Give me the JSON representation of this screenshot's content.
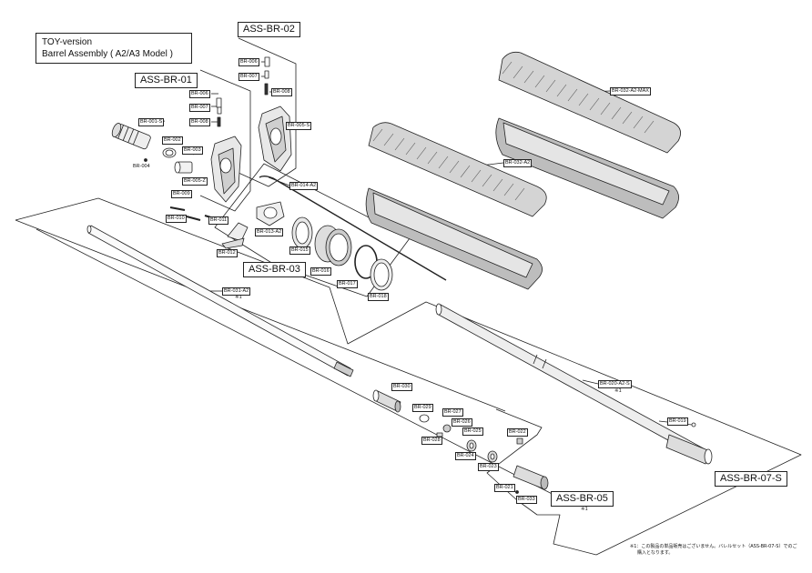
{
  "title": {
    "line1": "TOY-version",
    "line2": "Barrel Assembly ( A2/A3 Model )"
  },
  "groups": {
    "br01": "ASS-BR-01",
    "br02": "ASS-BR-02",
    "br03": "ASS-BR-03",
    "br05": "ASS-BR-05",
    "br07": "ASS-BR-07-S"
  },
  "parts": {
    "br001": "BR-001-S",
    "br002": "BR-002",
    "br003": "BR-003",
    "br004": "BR-004",
    "br005z": "BR-005-Z",
    "br005s": "BR-005-S",
    "br006a": "BR-006",
    "br007a": "BR-007",
    "br008a": "BR-008",
    "br006b": "BR-006",
    "br007b": "BR-007",
    "br008b": "BR-008",
    "br009": "BR-009",
    "br010": "BR-010",
    "br011": "BR-011",
    "br012": "BR-012",
    "br013": "BR-013-A2",
    "br014": "BR-014-A2",
    "br015": "BR-015",
    "br016": "BR-016",
    "br017": "BR-017",
    "br018": "BR-018",
    "br019": "BR-019",
    "br020": "BR-020-A2-S",
    "br021": "BR-021",
    "br022": "BR-022",
    "br023": "BR-023",
    "br024": "BR-024",
    "br025": "BR-025",
    "br026": "BR-026",
    "br027": "BR-027",
    "br028": "BR-028",
    "br029": "BR-029",
    "br030": "BR-030",
    "br031": "BR-031-A2",
    "br032": "BR-032-A2",
    "br032max": "BR-032-A2-MAX",
    "br033": "BR-033"
  },
  "notes": {
    "mark1": "※1",
    "mark2": "※1",
    "mark3": "※1",
    "footnote_line1": "※1：この製品の単品販売はございません。バレルセット（ASS-BR-07-S）でのご",
    "footnote_line2": "購入となります。"
  }
}
